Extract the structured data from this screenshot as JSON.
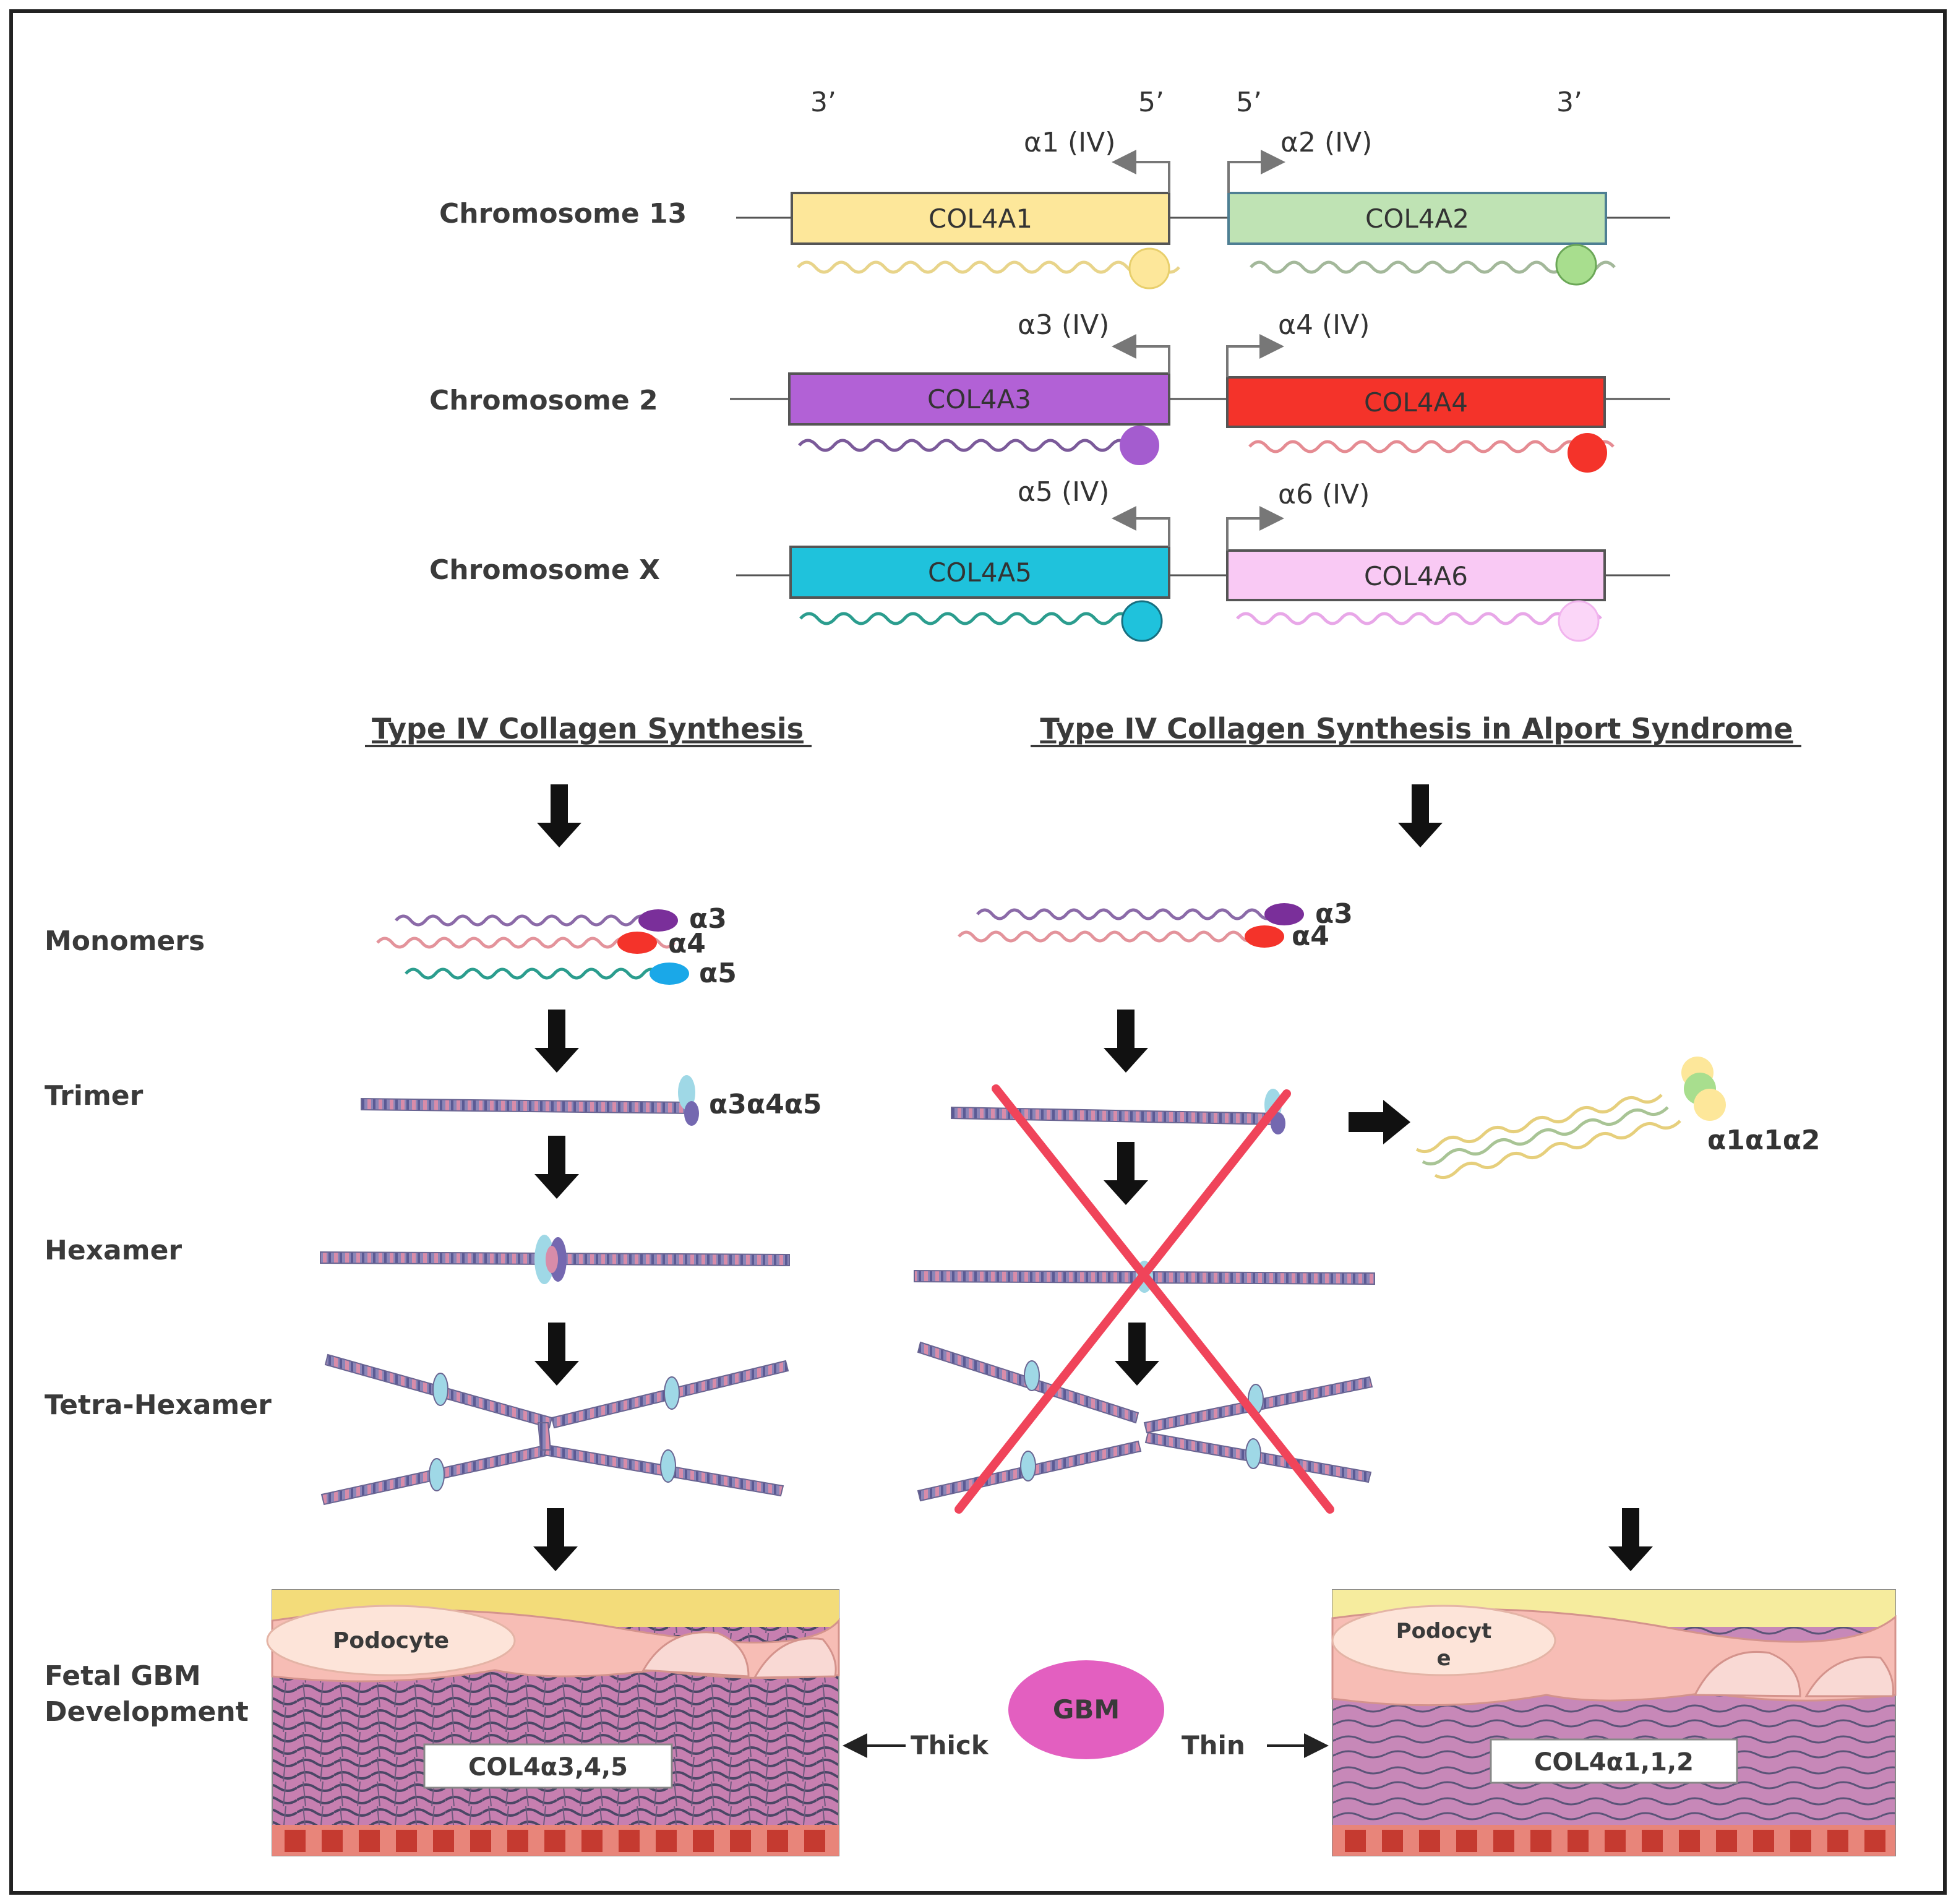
{
  "orientation": {
    "left_3": "3’",
    "left_5": "5’",
    "right_5": "5’",
    "right_3": "3’"
  },
  "chromosomes": [
    {
      "label": "Chromosome 13",
      "left_gene": "COL4A1",
      "left_chain": "α1 (IV)",
      "left_color": "#fde79a",
      "right_gene": "COL4A2",
      "right_chain": "α2 (IV)",
      "right_color": "#bfe3b4"
    },
    {
      "label": "Chromosome 2",
      "left_gene": "COL4A3",
      "left_chain": "α3 (IV)",
      "left_color": "#b261d6",
      "right_gene": "COL4A4",
      "right_chain": "α4 (IV)",
      "right_color": "#f4332a"
    },
    {
      "label": "Chromosome X",
      "left_gene": "COL4A5",
      "left_chain": "α5 (IV)",
      "left_color": "#1fc2dc",
      "right_gene": "COL4A6",
      "right_chain": "α6 (IV)",
      "right_color": "#f9c9f4"
    }
  ],
  "titles": {
    "normal": "Type IV Collagen Synthesis",
    "alport": "Type IV Collagen Synthesis in Alport Syndrome"
  },
  "stages": {
    "monomers": "Monomers",
    "trimer": "Trimer",
    "hexamer": "Hexamer",
    "tetra": "Tetra-Hexamer",
    "fetal_1": "Fetal GBM",
    "fetal_2": "Development"
  },
  "normal_monomers": [
    "α3",
    "α4",
    "α5"
  ],
  "alport_monomers": [
    "α3",
    "α4"
  ],
  "normal_trimer": "α3α4α5",
  "alport_trimer": "α1α1α2",
  "gbm": {
    "center": "GBM",
    "thick": "Thick",
    "thin": "Thin",
    "podocyte_left": "Podocyte",
    "podocyte_right_1": "Podocyt",
    "podocyte_right_2": "e",
    "left_box": "COL4α3,4,5",
    "right_box": "COL4α1,1,2"
  }
}
